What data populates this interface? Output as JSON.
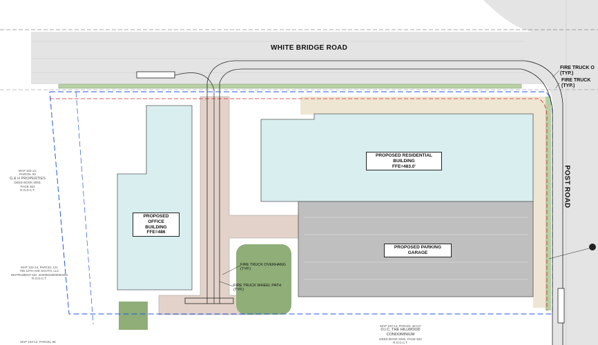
{
  "roads": {
    "white_bridge": "WHITE BRIDGE ROAD",
    "post": "POST ROAD"
  },
  "buildings": {
    "office": {
      "line1": "PROPOSED OFFICE",
      "line2": "BUILDING",
      "ffe": "FFE=486"
    },
    "residential": {
      "line1": "PROPOSED RESIDENTIAL BUILDING",
      "ffe": "FFE=483.0'"
    },
    "garage": {
      "line1": "PROPOSED PARKING GARAGE"
    }
  },
  "notes": {
    "overhang": {
      "line1": "FIRE TRUCK OVERHANG",
      "line2": "(TYP.)"
    },
    "wheel_path": {
      "line1": "FIRE TRUCK WHEEL PATH",
      "line2": "(TYP.)"
    },
    "overhang_right": {
      "line1": "FIRE TRUCK O",
      "line2": "(TYP.)"
    },
    "wheel_right": {
      "line1": "FIRE TRUCK",
      "line2": "(TYP.)"
    }
  },
  "parcels": {
    "gh": [
      "MAP 103-14,",
      "PARCEL 93",
      "G & H PROPERTIES",
      "DEED BOOK 5093,",
      "PAGE 304",
      "R.O.D.C.T."
    ],
    "p121": [
      "MAP 103-14, PARCEL 121",
      "708 12TH AVE SOUTH, LLC",
      "INSTRUMENT NO. 20200819000093454",
      "R.O.D.C.T."
    ],
    "p96": [
      "MAP 103-14, PARCEL 96"
    ],
    "hillwood": [
      "MAP 103-14, PARCEL 48-CO",
      "O.I.C. THE HILLWOOD",
      "CONDOMINIUM",
      "DEED BOOK 8250, PAGE 503",
      "R.O.D.C.T."
    ]
  },
  "colors": {
    "road": "#e4e4e4",
    "building": "#d8eeef",
    "garage": "#bfbfbf",
    "drive": "#e3d2c9",
    "plaza": "#eee6d3",
    "lawn": "#8fae78",
    "property_line": "#2255dd",
    "setback": "#dd2222"
  }
}
